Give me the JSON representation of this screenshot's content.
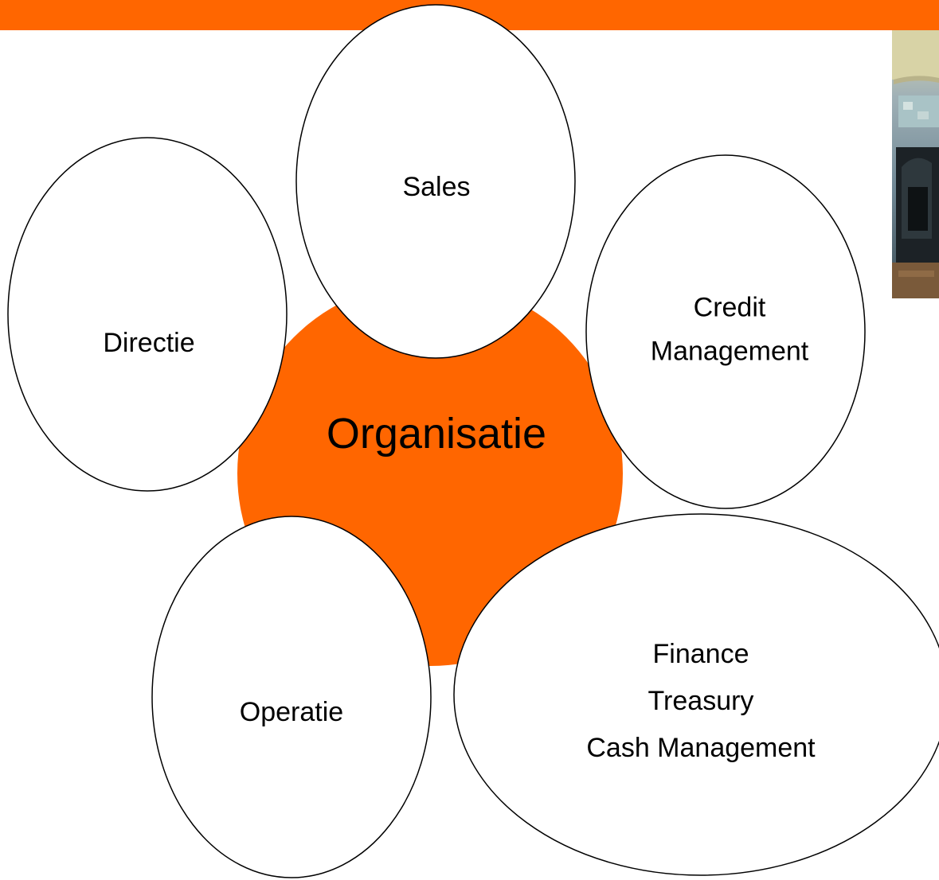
{
  "colors": {
    "accent": "#FF6600",
    "bubble_fill": "#FFFFFF",
    "bubble_stroke": "#000000",
    "text": "#000000"
  },
  "center": {
    "label": "Organisatie"
  },
  "bubbles": {
    "sales": {
      "lines": [
        "Sales"
      ]
    },
    "directie": {
      "lines": [
        "Directie"
      ]
    },
    "credit_management": {
      "lines": [
        "Credit",
        "Management"
      ]
    },
    "operatie": {
      "lines": [
        "Operatie"
      ]
    },
    "finance": {
      "lines": [
        "Finance",
        "Treasury",
        "Cash Management"
      ]
    }
  },
  "photo": {
    "icon": "fireplace-photo"
  }
}
